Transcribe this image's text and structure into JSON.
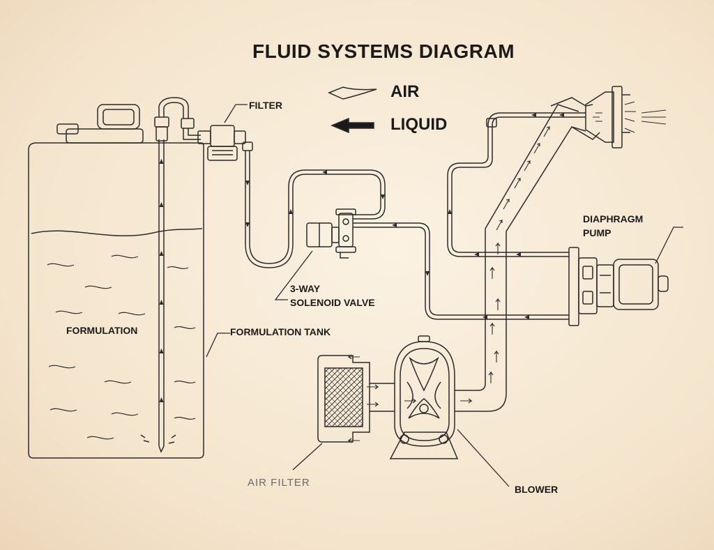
{
  "title": "FLUID SYSTEMS DIAGRAM",
  "legend": {
    "air": "AIR",
    "liquid": "LIQUID"
  },
  "labels": {
    "filter": "FILTER",
    "solenoid_line1": "3-WAY",
    "solenoid_line2": "SOLENOID VALVE",
    "formulation": "FORMULATION",
    "formulation_tank": "FORMULATION TANK",
    "diaphragm_line1": "DIAPHRAGM",
    "diaphragm_line2": "PUMP",
    "air_filter": "AIR FILTER",
    "blower": "BLOWER"
  }
}
